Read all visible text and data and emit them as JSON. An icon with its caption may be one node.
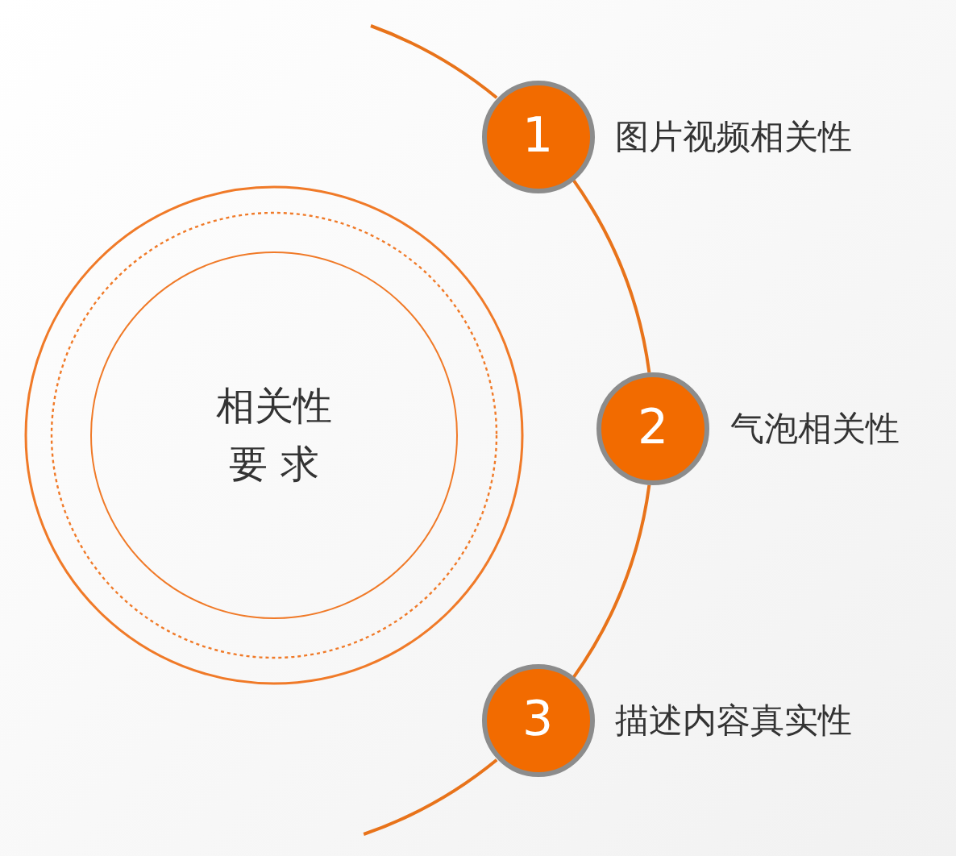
{
  "diagram": {
    "nodes": [
      {
        "text": [
          "相关性",
          "要 求"
        ]
      },
      {
        "text": [
          "1"
        ],
        "beside": [
          "图片视频相关性"
        ]
      },
      {
        "text": [
          "2"
        ],
        "beside": [
          "气泡相关性"
        ]
      },
      {
        "text": [
          "3"
        ],
        "beside": [
          "描述内容真实性"
        ]
      }
    ],
    "edges": [
      {
        "from": 1,
        "to": 2,
        "arrow": "none"
      },
      {
        "from": 2,
        "to": 3,
        "arrow": "none"
      }
    ]
  }
}
